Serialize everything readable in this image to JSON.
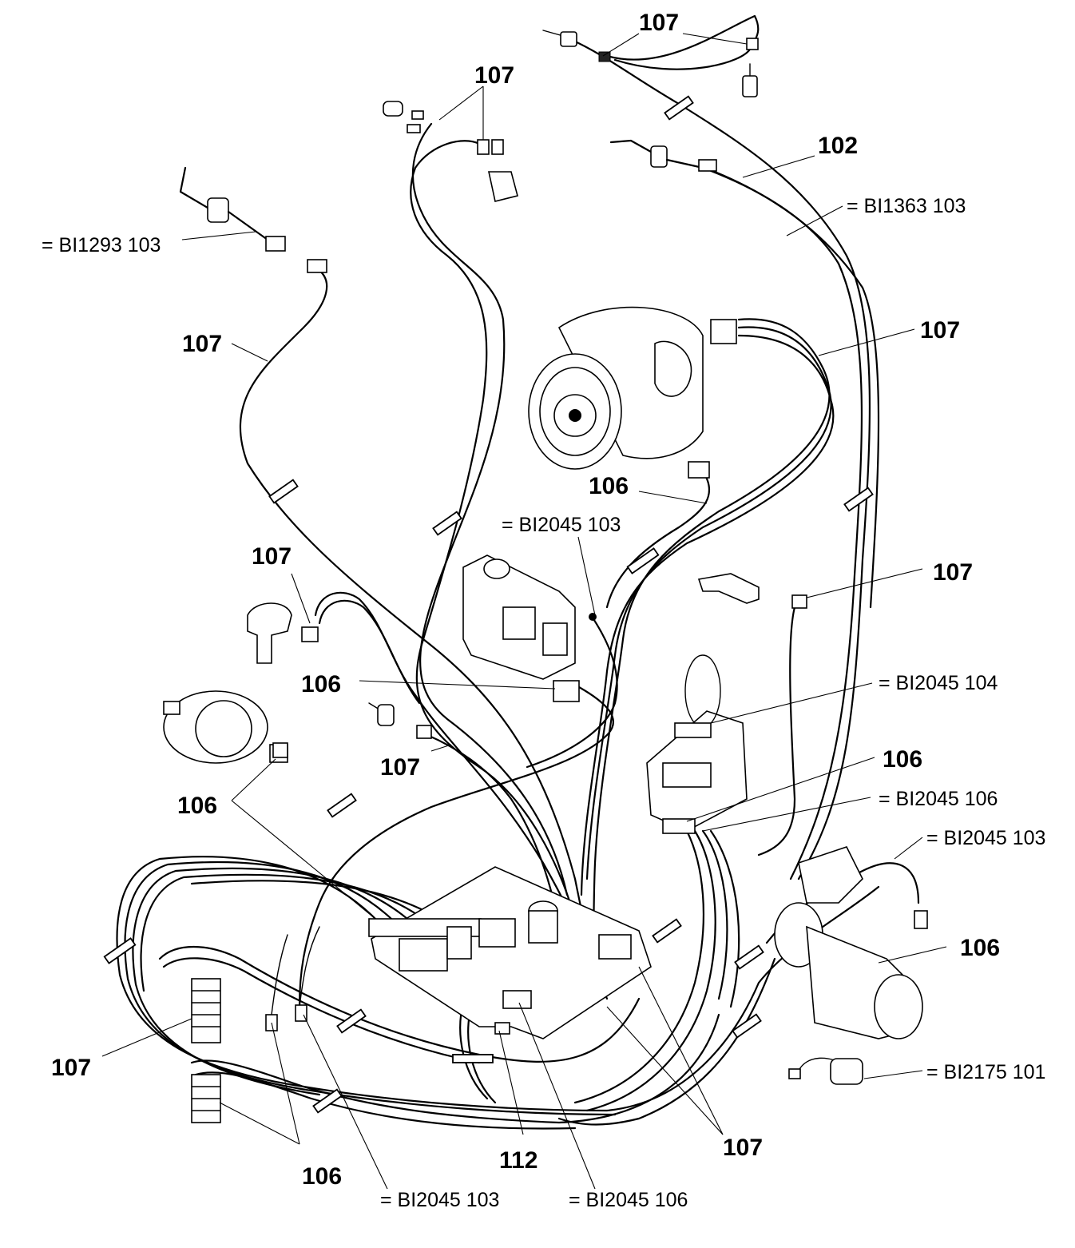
{
  "labels": {
    "l107_top": "107",
    "l107_topleft": "107",
    "l102": "102",
    "l107_left": "107",
    "l107_right": "107",
    "l106_fan": "106",
    "l107_pressure": "107",
    "l107_mid": "107",
    "l106_gasvalve": "106",
    "l107_sensor": "107",
    "l106_left": "106",
    "l106_board": "106",
    "l107_terminal": "107",
    "l106_pump": "106",
    "l106_bottom": "106",
    "l112": "112",
    "l107_bottom": "107",
    "r_bi1293_103": "= BI1293 103",
    "r_bi1363_103": "= BI1363 103",
    "r_bi2045_103_top": "= BI2045 103",
    "r_bi2045_104": "= BI2045 104",
    "r_bi2045_106_right": "= BI2045 106",
    "r_bi2045_103_right": "= BI2045 103",
    "r_bi2175_101": "= BI2175 101",
    "r_bi2045_103_bottom": "= BI2045 103",
    "r_bi2045_106_bottom": "= BI2045 106"
  }
}
